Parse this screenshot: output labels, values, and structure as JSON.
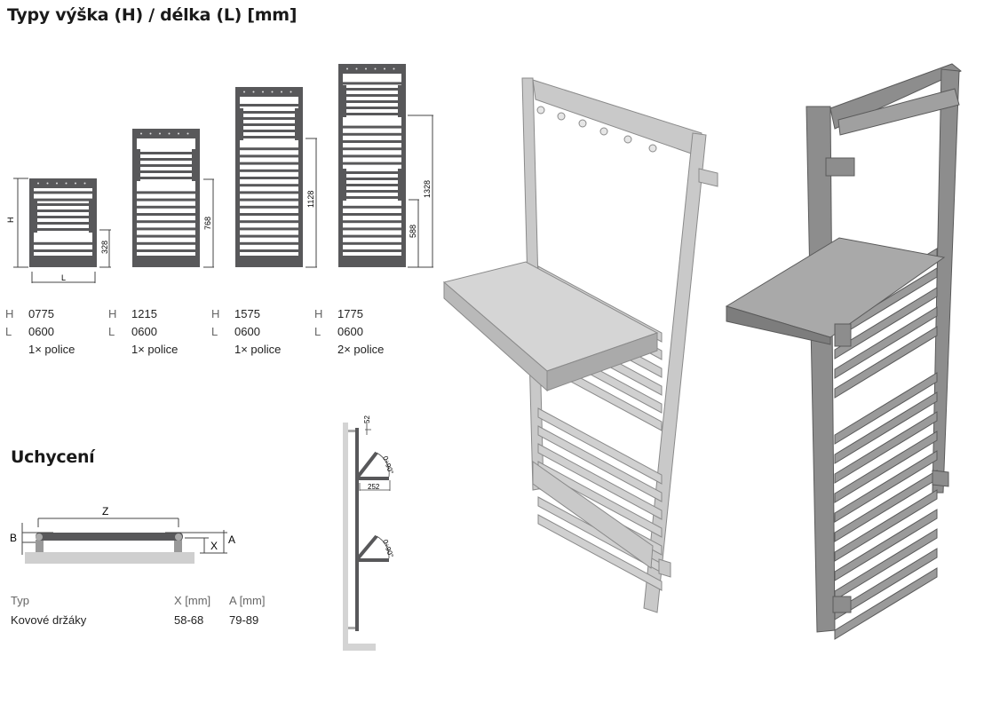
{
  "title": "Typy výška (H) / délka (L) [mm]",
  "types": [
    {
      "h_label": "H",
      "h": "0775",
      "l_label": "L",
      "l": "0600",
      "shelves": "1× police",
      "dim_inner": "328",
      "dim_outer": null
    },
    {
      "h_label": "H",
      "h": "1215",
      "l_label": "L",
      "l": "0600",
      "shelves": "1× police",
      "dim_inner": "768",
      "dim_outer": null
    },
    {
      "h_label": "H",
      "h": "1575",
      "l_label": "L",
      "l": "0600",
      "shelves": "1× police",
      "dim_inner": "1128",
      "dim_outer": null
    },
    {
      "h_label": "H",
      "h": "1775",
      "l_label": "L",
      "l": "0600",
      "shelves": "2× police",
      "dim_inner": "588",
      "dim_outer": "1328"
    }
  ],
  "diagram_labels": {
    "height": "H",
    "length": "L"
  },
  "mounting": {
    "title": "Uchycení",
    "labels": {
      "z": "Z",
      "b": "B",
      "x": "X",
      "a": "A"
    },
    "side_labels": {
      "top_offset": "52",
      "shelf_depth": "252",
      "angle1": "0÷90°",
      "angle2": "0÷90°"
    },
    "table": {
      "headers": [
        "Typ",
        "X [mm]",
        "A [mm]"
      ],
      "rows": [
        [
          "Kovové držáky",
          "58-68",
          "79-89"
        ]
      ]
    }
  },
  "colors": {
    "frame": "#58585a",
    "light": "#cfcfcf",
    "render_light": "#c9c9c9",
    "render_dark": "#8d8d8d"
  }
}
